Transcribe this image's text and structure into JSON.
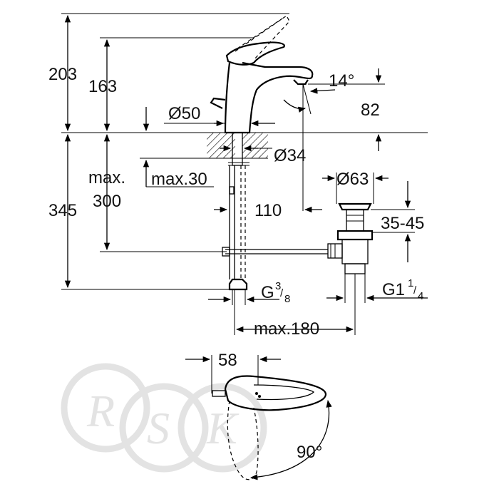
{
  "diagram": {
    "heights": {
      "total_height": "203",
      "spout_height": "163",
      "outlet_height": "82",
      "below_counter": "345",
      "max_hose_top_word": "max.",
      "max_hose_top_value": "300",
      "counter_thickness": "max.30"
    },
    "angles": {
      "spout_angle": "14°",
      "lever_rotation": "90°"
    },
    "diameters": {
      "base_diameter": "Ø50",
      "hole_diameter": "Ø34",
      "waste_diameter": "Ø63"
    },
    "lengths": {
      "spout_to_waste": "110",
      "waste_adjust": "35-45",
      "max_reach": "max.180",
      "lever_offset": "58"
    },
    "threads": {
      "supply_thread_base": "G",
      "supply_thread_num": "3",
      "supply_thread_den": "8",
      "waste_thread_base": "G1",
      "waste_thread_num": "1",
      "waste_thread_den": "4"
    },
    "watermark": "RSK",
    "colors": {
      "line": "#000000",
      "watermark": "#e3e3e3"
    }
  }
}
